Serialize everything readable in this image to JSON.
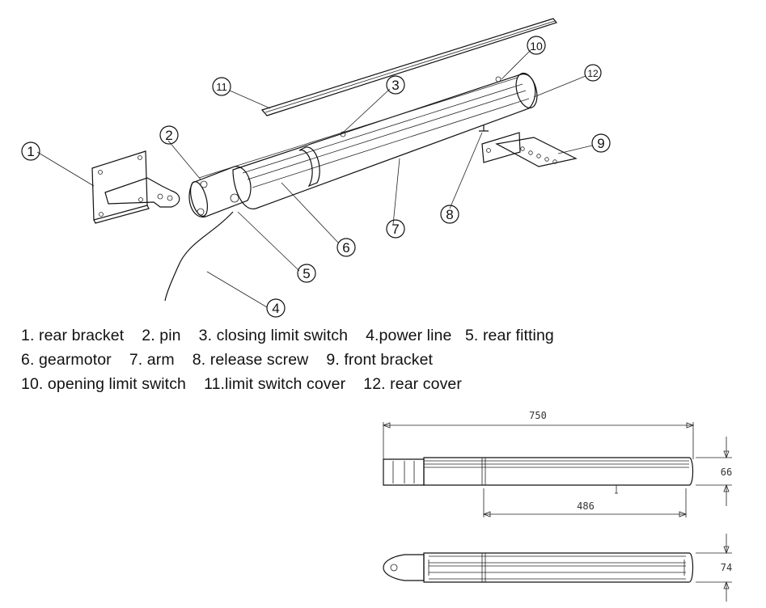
{
  "callouts": [
    "1",
    "2",
    "3",
    "4",
    "5",
    "6",
    "7",
    "8",
    "9",
    "10",
    "11",
    "12"
  ],
  "legend": [
    "1. rear bracket    2. pin    3. closing limit switch    4.power line   5. rear fitting",
    "6. gearmotor    7. arm    8. release screw    9. front bracket",
    "10. opening limit switch    11.limit switch cover    12. rear cover"
  ],
  "dimensions": {
    "overall_length": "750",
    "height_side": "66",
    "arm_length": "486",
    "height_top": "74"
  }
}
